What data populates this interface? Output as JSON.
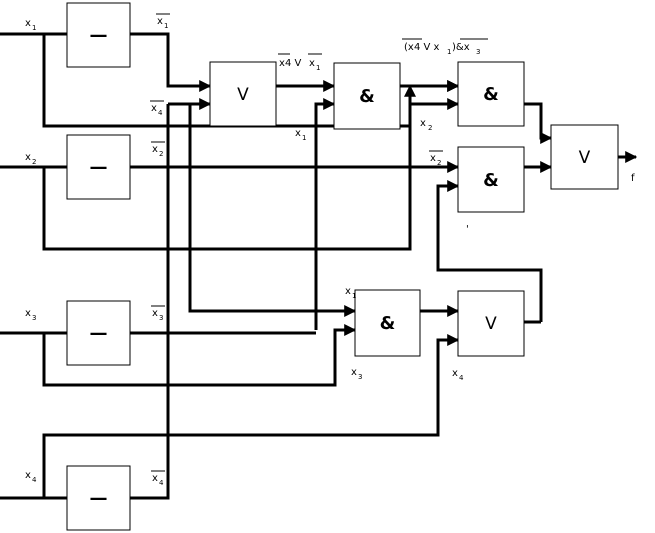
{
  "gate_symbols": {
    "and": "&",
    "or": "V",
    "not_bar": "—"
  },
  "labels": {
    "x": "x",
    "f": "f",
    "sub1": "1",
    "sub2": "2",
    "sub3": "3",
    "sub4": "4",
    "expr1_head": "x",
    "expr1_mid": " 4 V ",
    "expr1_var": "x",
    "expr1_sub": "1",
    "expr2_head": "(x",
    "expr2_mid": " 4 V x",
    "expr2_sub": "1",
    "expr2_tail": ")&x",
    "expr2_sub3": "3",
    "tick": "'"
  }
}
